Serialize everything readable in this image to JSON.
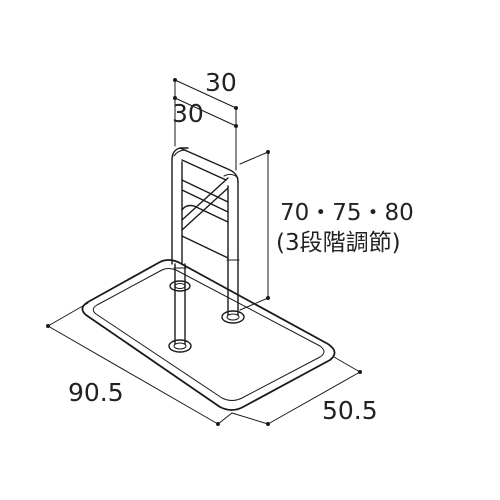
{
  "product": "stand-up assist handrail with floor base",
  "dimensions": {
    "top_outer_width": "30",
    "top_inner_width": "30",
    "height_values": "70・75・80",
    "height_note": "(3段階調節)",
    "base_length": "90.5",
    "base_depth": "50.5"
  },
  "colors": {
    "line": "#1a1a1a",
    "text": "#222222",
    "background": "#ffffff"
  }
}
